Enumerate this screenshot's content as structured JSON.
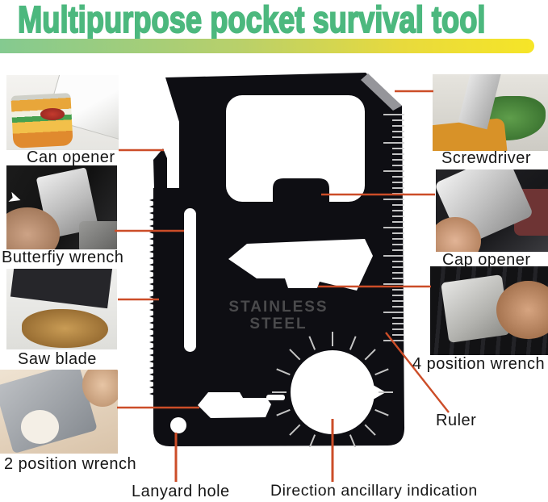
{
  "title": "Multipurpose pocket survival tool",
  "tool": {
    "name": "credit-card multi-tool",
    "engraving_line1": "STAINLESS",
    "engraving_line2": "STEEL"
  },
  "features": {
    "can_opener": {
      "label": "Can opener"
    },
    "butterfly_wrench": {
      "label": "Butterfiy wrench"
    },
    "saw_blade": {
      "label": "Saw blade"
    },
    "two_position_wrench": {
      "label": "2 position wrench"
    },
    "screwdriver": {
      "label": "Screwdriver"
    },
    "cap_opener": {
      "label": "Cap opener"
    },
    "four_position_wrench": {
      "label": "4 position wrench"
    },
    "ruler": {
      "label": "Ruler"
    },
    "lanyard_hole": {
      "label": "Lanyard hole"
    },
    "direction_indicator": {
      "label": "Direction ancillary indication"
    }
  },
  "colors": {
    "title_green": "#4cb87e",
    "underline_gradient": [
      "#84ca90",
      "#b9d06a",
      "#f6e527"
    ],
    "leader_line": "#cc4d28",
    "card_black": "#0e0e13",
    "ruler_tick": "#d8d8d8"
  }
}
